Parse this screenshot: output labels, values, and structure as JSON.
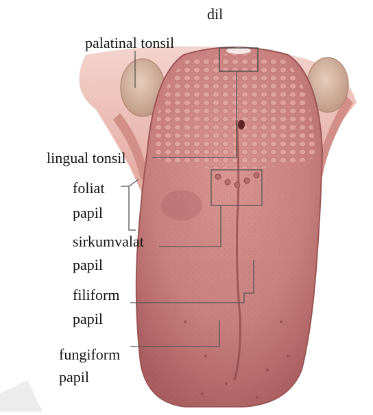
{
  "diagram": {
    "title": "dil",
    "labels": {
      "palatinal_tonsil": "palatinal tonsil",
      "lingual_tonsil": "lingual tonsil",
      "foliat_line1": "foliat",
      "foliat_line2": "papil",
      "sirkumvalat_line1": "sirkumvalat",
      "sirkumvalat_line2": "papil",
      "filiform_line1": "filiform",
      "filiform_line2": "papil",
      "fungiform_line1": "fungiform",
      "fungiform_line2": "papil"
    }
  },
  "colors": {
    "tongue": "#c98a86",
    "tongue_dark": "#9a4d4f",
    "tonsil": "#d6b6a2",
    "throat": "#e9b3ab",
    "leader_line": "#555555"
  }
}
